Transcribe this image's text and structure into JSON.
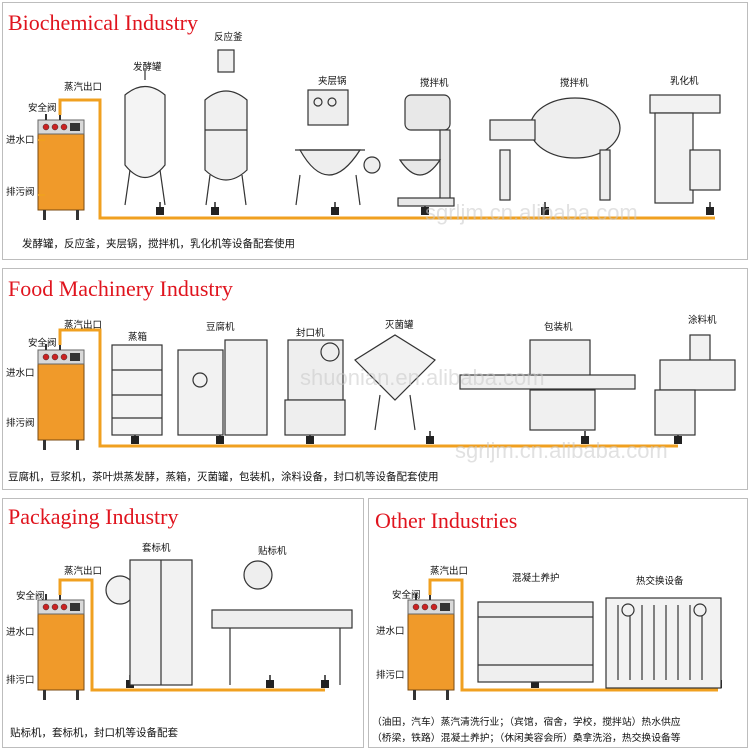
{
  "sections": {
    "bio": {
      "title": "Biochemical Industry",
      "boiler": {
        "steam": "蒸汽出口",
        "safety": "安全阀",
        "inlet": "进水口",
        "drain": "排污阀"
      },
      "machines": [
        "发酵罐",
        "反应釜",
        "夹层锅",
        "搅拌机",
        "搅拌机",
        "乳化机"
      ],
      "caption": "发酵罐，反应釜，夹层锅，搅拌机，乳化机等设备配套使用"
    },
    "food": {
      "title": "Food Machinery Industry",
      "boiler": {
        "steam": "蒸汽出口",
        "safety": "安全阀",
        "inlet": "进水口",
        "drain": "排污阀"
      },
      "machines": [
        "蒸箱",
        "豆腐机",
        "封口机",
        "灭菌罐",
        "包装机",
        "涂料机"
      ],
      "caption": "豆腐机，豆浆机，茶叶烘蒸发酵，蒸箱，灭菌罐，包装机，涂料设备，封口机等设备配套使用"
    },
    "pack": {
      "title": "Packaging Industry",
      "boiler": {
        "steam": "蒸汽出口",
        "safety": "安全阀",
        "inlet": "进水口",
        "drain": "排污口"
      },
      "machines": [
        "套标机",
        "贴标机"
      ],
      "caption": "贴标机，套标机，封口机等设备配套"
    },
    "other": {
      "title": "Other Industries",
      "boiler": {
        "steam": "蒸汽出口",
        "safety": "安全阀",
        "inlet": "进水口",
        "drain": "排污口"
      },
      "machines": [
        "混凝土养护",
        "热交换设备"
      ],
      "caption_line1": "（油田，汽车）蒸汽清洗行业；（宾馆，宿舍，学校，搅拌站）热水供应",
      "caption_line2": "（桥梁，铁路）混凝土养护；（休闲美容会所）桑拿洗浴，热交换设备等"
    }
  },
  "watermarks": [
    "sgrljm.cn.alibaba.com",
    "shuonian.en.alibaba.com",
    "sgrljm.cn.alibaba.com"
  ],
  "colors": {
    "title": "#e0141e",
    "pipe": "#f0a020",
    "boiler": "#f09a2a"
  }
}
